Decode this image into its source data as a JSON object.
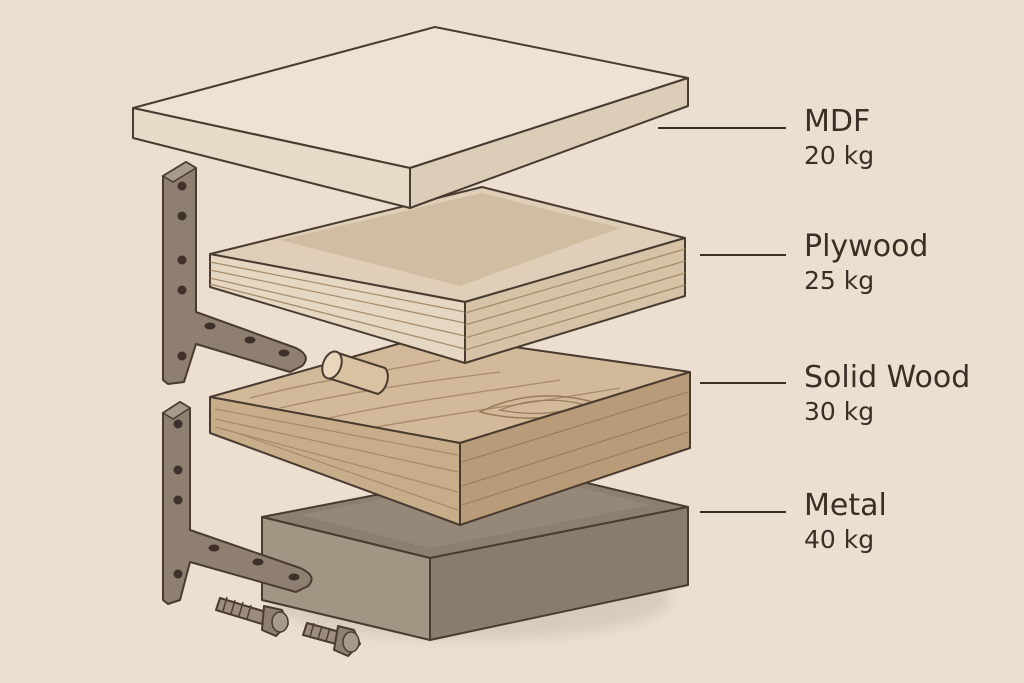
{
  "materials": [
    {
      "name": "MDF",
      "weight": "20 kg"
    },
    {
      "name": "Plywood",
      "weight": "25 kg"
    },
    {
      "name": "Solid Wood",
      "weight": "30 kg"
    },
    {
      "name": "Metal",
      "weight": "40 kg"
    }
  ],
  "colors": {
    "background": "#ecdfd0",
    "outline": "#4a3b30",
    "mdf": "#eee3d3",
    "plywood": "#dfcfb8",
    "solid_wood": "#d2b999",
    "metal": "#a39584",
    "bracket": "#8e7f70"
  },
  "icons": [
    "l-bracket-icon",
    "wooden-dowel-icon",
    "screw-icon"
  ]
}
